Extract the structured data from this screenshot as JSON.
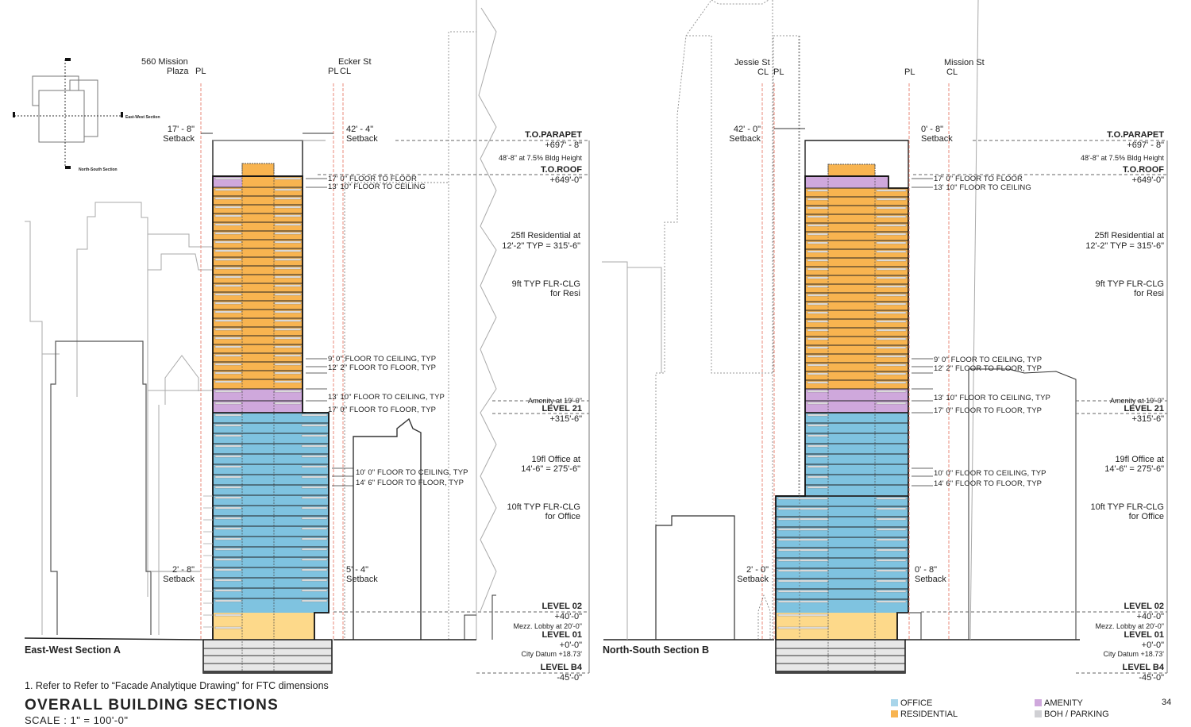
{
  "page": {
    "title": "OVERALL BUILDING SECTIONS",
    "scale": "SCALE : 1\" = 100'-0\"",
    "note": "1. Refer to Refer to “Facade Analytique Drawing” for FTC dimensions",
    "page_number": "34"
  },
  "key_plan": {
    "east_west_label": "East-West Section",
    "north_south_label": "North-South Section"
  },
  "colors": {
    "office": "#7fc3e0",
    "residential": "#f8b450",
    "amenity": "#cfa8dc",
    "boh_parking": "#e7e7e7",
    "lobby": "#fdd98a",
    "property_line": "#e88a7a"
  },
  "legend": [
    {
      "label": "OFFICE",
      "color": "#a8d5ea"
    },
    {
      "label": "RESIDENTIAL",
      "color": "#f8b450"
    },
    {
      "label": "AMENITY",
      "color": "#cfa8dc"
    },
    {
      "label": "BOH / PARKING",
      "color": "#d0d0d4"
    }
  ],
  "section_a": {
    "name": "East-West Section A",
    "left_ref": {
      "line1": "560 Mission",
      "line2": "Plaza",
      "pl": "PL"
    },
    "right_ref": {
      "line1": "Ecker St",
      "pl": "PL",
      "cl": "CL"
    },
    "setbacks": {
      "top_left": {
        "value": "17' - 8\"",
        "label": "Setback"
      },
      "top_right": {
        "value": "42' - 4\"",
        "label": "Setback"
      },
      "bottom_left": {
        "value": "2' - 8\"",
        "label": "Setback"
      },
      "bottom_right": {
        "value": "5' - 4\"",
        "label": "Setback"
      }
    },
    "dims": {
      "top_ff": "17' 0\" FLOOR TO FLOOR",
      "top_fc": "13' 10\" FLOOR TO CEILING",
      "res_fc": "9' 0\" FLOOR TO CEILING, TYP",
      "res_ff": "12' 2\" FLOOR TO FLOOR, TYP",
      "am_fc": "13' 10\" FLOOR TO CEILING, TYP",
      "am_ff": "17' 0\" FLOOR TO FLOOR, TYP",
      "off_fc": "10' 0\" FLOOR TO CEILING, TYP",
      "off_ff": "14' 6\" FLOOR TO FLOOR, TYP"
    },
    "levels": {
      "parapet": {
        "name": "T.O.PARAPET",
        "elev": "+697' - 8\""
      },
      "parapet_note": "48'-8\" at 7.5% Bldg Height",
      "roof": {
        "name": "T.O.ROOF",
        "elev": "+649'-0\""
      },
      "res_note1": "25fl Residential at",
      "res_note2": "12'-2\" TYP = 315'-6\"",
      "res_clg1": "9ft TYP FLR-CLG",
      "res_clg2": "for Resi",
      "amenity_note": "Amenity at 19'-0\"",
      "level21": {
        "name": "LEVEL 21",
        "elev": "+315'-6\""
      },
      "off_note1": "19fl Office at",
      "off_note2": "14'-6\" = 275'-6\"",
      "off_clg1": "10ft TYP FLR-CLG",
      "off_clg2": "for Office",
      "level02": {
        "name": "LEVEL 02",
        "elev": "+40'-0\""
      },
      "mezz_note": "Mezz. Lobby at 20'-0\"",
      "level01": {
        "name": "LEVEL 01",
        "elev": "+0'-0\""
      },
      "datum_note": "City Datum +18.73'",
      "levelb4": {
        "name": "LEVEL B4",
        "elev": "-45'-0\""
      }
    }
  },
  "section_b": {
    "name": "North-South Section B",
    "left_ref": {
      "line1": "Jessie St",
      "cl": "CL",
      "pl": "PL"
    },
    "right_ref": {
      "pl": "PL",
      "line1": "Mission St",
      "cl": "CL"
    },
    "setbacks": {
      "top_left": {
        "value": "42' - 0\"",
        "label": "Setback"
      },
      "top_right": {
        "value": "0' - 8\"",
        "label": "Setback"
      },
      "bottom_left": {
        "value": "2' - 0\"",
        "label": "Setback"
      },
      "bottom_right": {
        "value": "0' - 8\"",
        "label": "Setback"
      }
    },
    "dims": {
      "top_ff": "17' 0\" FLOOR TO FLOOR",
      "top_fc": "13' 10\" FLOOR TO CEILING",
      "res_fc": "9' 0\" FLOOR TO CEILING, TYP",
      "res_ff": "12' 2\" FLOOR TO FLOOR, TYP",
      "am_fc": "13' 10\" FLOOR TO CEILING, TYP",
      "am_ff": "17' 0\" FLOOR TO FLOOR, TYP",
      "off_fc": "10' 0\" FLOOR TO CEILING, TYP",
      "off_ff": "14' 6\" FLOOR TO FLOOR, TYP"
    },
    "levels": {
      "parapet": {
        "name": "T.O.PARAPET",
        "elev": "+697' - 8\""
      },
      "parapet_note": "48'-8\" at 7.5% Bldg Height",
      "roof": {
        "name": "T.O.ROOF",
        "elev": "+649'-0\""
      },
      "res_note1": "25fl Residential at",
      "res_note2": "12'-2\" TYP = 315'-6\"",
      "res_clg1": "9ft TYP FLR-CLG",
      "res_clg2": "for Resi",
      "amenity_note": "Amenity at 19'-0\"",
      "level21": {
        "name": "LEVEL 21",
        "elev": "+315'-6\""
      },
      "off_note1": "19fl Office at",
      "off_note2": "14'-6\" = 275'-6\"",
      "off_clg1": "10ft TYP FLR-CLG",
      "off_clg2": "for Office",
      "level02": {
        "name": "LEVEL 02",
        "elev": "+40'-0\""
      },
      "mezz_note": "Mezz. Lobby at 20'-0\"",
      "level01": {
        "name": "LEVEL 01",
        "elev": "+0'-0\""
      },
      "datum_note": "City Datum +18.73'",
      "levelb4": {
        "name": "LEVEL B4",
        "elev": "-45'-0\""
      }
    }
  }
}
